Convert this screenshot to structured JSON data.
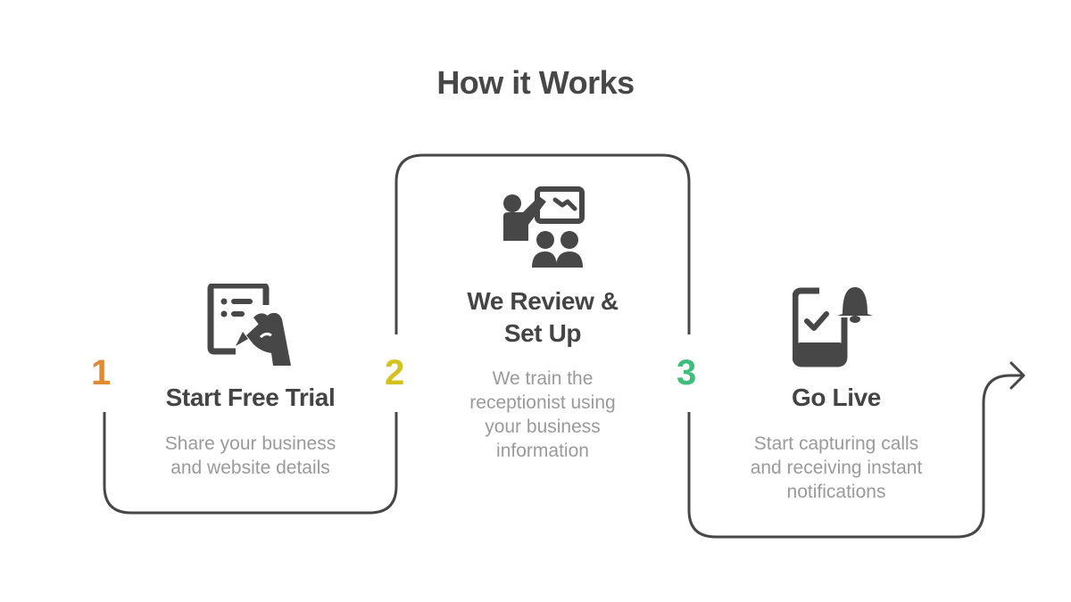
{
  "title": "How it Works",
  "colors": {
    "step1": "#E08A34",
    "step2": "#D4C21E",
    "step3": "#3DBE7B",
    "line": "#474747",
    "icon": "#474747",
    "desc": "#9a9a9a"
  },
  "steps": [
    {
      "number": "1",
      "title": "Start Free Trial",
      "desc_lines": [
        "Share your business",
        "and website details"
      ],
      "icon": "form-writing-icon"
    },
    {
      "number": "2",
      "title_lines": [
        "We Review &",
        "Set Up"
      ],
      "desc_lines": [
        "We train the",
        "receptionist using",
        "your business",
        "information"
      ],
      "icon": "presentation-audience-icon"
    },
    {
      "number": "3",
      "title": "Go Live",
      "desc_lines": [
        "Start capturing calls",
        "and receiving instant",
        "notifications"
      ],
      "icon": "phone-check-bell-icon"
    }
  ]
}
